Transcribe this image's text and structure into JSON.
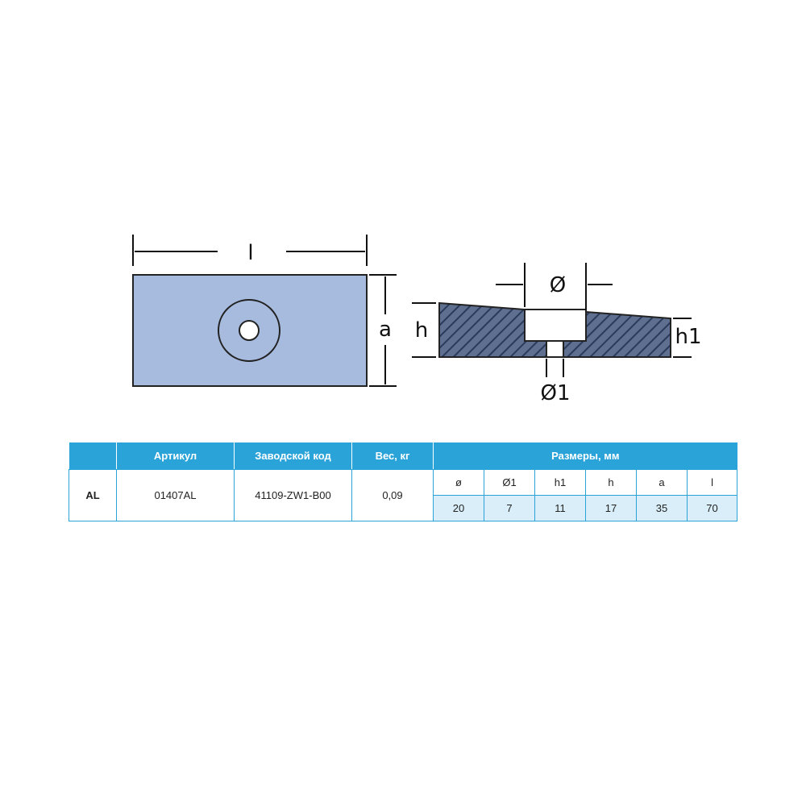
{
  "drawing": {
    "labels": {
      "l": "l",
      "a": "a",
      "h": "h",
      "h1": "h1",
      "d": "Ø",
      "d1": "Ø1"
    },
    "colors": {
      "plate": "#a7bbdf",
      "outline": "#222222",
      "hatch": "#2a3a5a"
    }
  },
  "table": {
    "headers": {
      "type": "",
      "article": "Артикул",
      "factory_code": "Заводской код",
      "weight": "Вес, кг",
      "dimensions": "Размеры, мм"
    },
    "row": {
      "type": "AL",
      "article": "01407AL",
      "factory_code": "41109-ZW1-B00",
      "weight": "0,09"
    },
    "dimension_headers": [
      "ø",
      "Ø1",
      "h1",
      "h",
      "a",
      "l"
    ],
    "dimension_values": [
      "20",
      "7",
      "11",
      "17",
      "35",
      "70"
    ],
    "colors": {
      "header_bg": "#2aa3d9",
      "header_text": "#ffffff",
      "values_bg": "#d9eef8"
    }
  }
}
